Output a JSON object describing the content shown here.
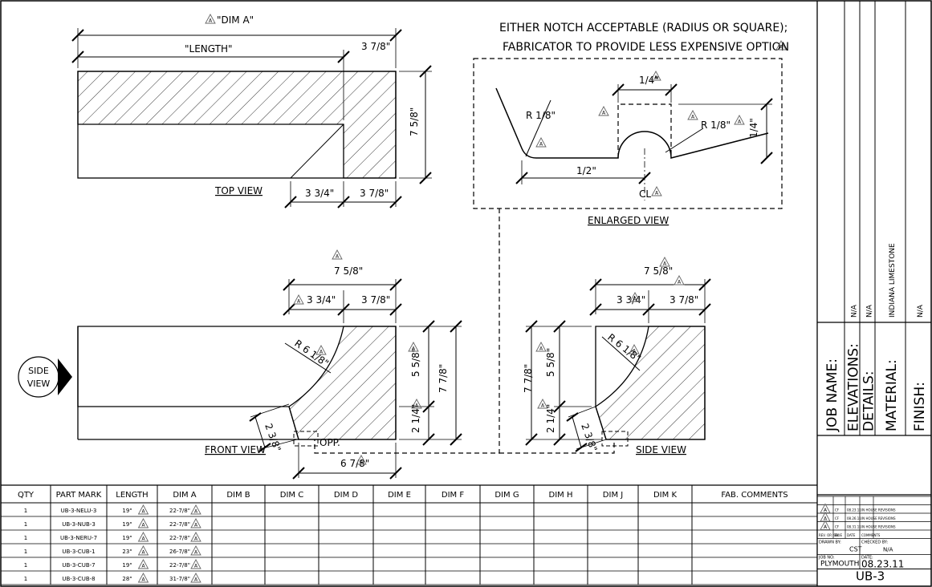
{
  "top_view": {
    "dim_a_label": "\"DIM A\"",
    "length_label": "\"LENGTH\"",
    "dim_top_right": "3 7/8\"",
    "dim_height": "7 5/8\"",
    "dim_bottom_left": "3 3/4\"",
    "dim_bottom_right": "3 7/8\"",
    "label": "TOP VIEW"
  },
  "enlarged_view": {
    "note_line1": "EITHER NOTCH ACCEPTABLE (RADIUS OR SQUARE);",
    "note_line2": "FABRICATOR TO PROVIDE LESS EXPENSIVE OPTION",
    "dim_r_left": "R 1/8\"",
    "dim_r_right": "R 1/8\"",
    "dim_width": "1/4\"",
    "dim_depth": "1/4\"",
    "dim_half": "1/2\"",
    "centerline": "CL",
    "label": "ENLARGED VIEW"
  },
  "front_view": {
    "dim_total": "7 5/8\"",
    "dim_left": "3 3/4\"",
    "dim_right": "3 7/8\"",
    "dim_radius": "R 6 1/8\"",
    "dim_h1": "5 5/8\"",
    "dim_h2": "7 7/8\"",
    "dim_h3": "2 1/4\"",
    "dim_chamfer": "2 3/8\"",
    "dim_bottom": "6 7/8\"",
    "opp_label": "OPP.",
    "side_view_marker": [
      "SIDE",
      "VIEW"
    ],
    "label": "FRONT VIEW"
  },
  "side_view": {
    "dim_total": "7 5/8\"",
    "dim_left": "3 3/4\"",
    "dim_right": "3 7/8\"",
    "dim_radius": "R 6 1/8\"",
    "dim_h1": "5 5/8\"",
    "dim_h2": "7 7/8\"",
    "dim_h3": "2 1/4\"",
    "dim_chamfer": "2 3/8\"",
    "label": "SIDE VIEW"
  },
  "revision_marker": "A",
  "schedule": {
    "headers": [
      "QTY",
      "PART MARK",
      "LENGTH",
      "DIM A",
      "DIM B",
      "DIM C",
      "DIM D",
      "DIM E",
      "DIM F",
      "DIM G",
      "DIM H",
      "DIM J",
      "DIM K",
      "FAB. COMMENTS"
    ],
    "rows": [
      [
        "1",
        "UB-3-NELU-3",
        "19\"",
        "22-7/8\""
      ],
      [
        "1",
        "UB-3-NUB-3",
        "19\"",
        "22-7/8\""
      ],
      [
        "1",
        "UB-3-NERU-7",
        "19\"",
        "22-7/8\""
      ],
      [
        "1",
        "UB-3-CUB-1",
        "23\"",
        "26-7/8\""
      ],
      [
        "1",
        "UB-3-CUB-7",
        "19\"",
        "22-7/8\""
      ],
      [
        "1",
        "UB-3-CUB-8",
        "28\"",
        "31-7/8\""
      ]
    ]
  },
  "title_block": {
    "fields": [
      "JOB NAME:",
      "ELEVATIONS:",
      "DETAILS:",
      "MATERIAL:",
      "FINISH:"
    ],
    "values": [
      "",
      "N/A",
      "N/A",
      "INDIANA LIMESTONE",
      "N/A"
    ],
    "rev_rows": [
      [
        "A",
        "CF",
        "08.23.11",
        "IN HOUSE REVISIONS"
      ],
      [
        "A",
        "CF",
        "08.26.11",
        "IN HOUSE REVISIONS"
      ],
      [
        "A",
        "CF",
        "08.31.11",
        "IN HOUSE REVISIONS"
      ]
    ],
    "rev_header": [
      "REV. OR ISSUE",
      "BY",
      "DATE",
      "COMMENTS"
    ],
    "drawn_by_label": "DRAWN BY:",
    "drawn_by": "CST",
    "checked_by_label": "CHECKED BY:",
    "checked_by": "N/A",
    "job_no_label": "JOB NO:",
    "job_no": "PLYMOUTH",
    "date_label": "DATE:",
    "date": "08.23.11",
    "sheet": "UB-3"
  }
}
